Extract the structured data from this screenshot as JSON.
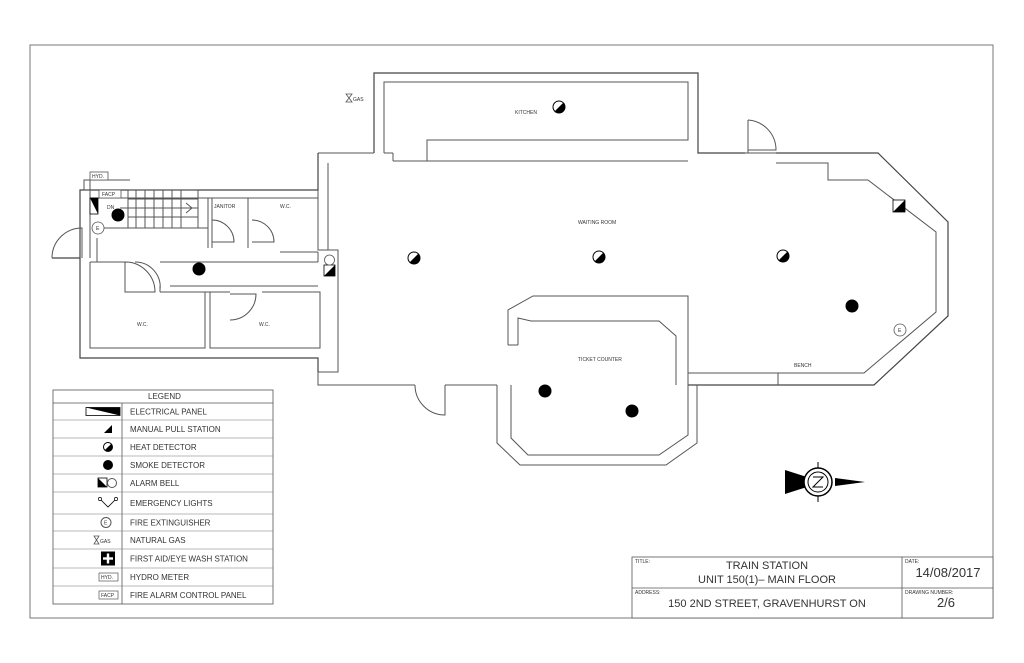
{
  "rooms": {
    "kitchen": "KITCHEN",
    "waiting_room": "WAITING ROOM",
    "ticket_counter": "TICKET COUNTER",
    "bench": "BENCH",
    "janitor": "JANITOR",
    "wc_top": "W.C.",
    "wc_left": "W.C.",
    "wc_mid": "W.C.",
    "dn": "DN"
  },
  "tags": {
    "hyd": "HYD.",
    "facp": "FACP",
    "gas": "GAS",
    "ext": "E"
  },
  "legend": {
    "title": "LEGEND",
    "items": [
      {
        "icon": "electrical-panel-icon",
        "label": "ELECTRICAL PANEL"
      },
      {
        "icon": "manual-pull-station-icon",
        "label": "MANUAL PULL STATION"
      },
      {
        "icon": "heat-detector-icon",
        "label": "HEAT DETECTOR"
      },
      {
        "icon": "smoke-detector-icon",
        "label": "SMOKE DETECTOR"
      },
      {
        "icon": "alarm-bell-icon",
        "label": "ALARM BELL"
      },
      {
        "icon": "emergency-lights-icon",
        "label": "EMERGENCY LIGHTS"
      },
      {
        "icon": "fire-extinguisher-icon",
        "label": "FIRE EXTINGUISHER",
        "glyph": "E"
      },
      {
        "icon": "natural-gas-icon",
        "label": "NATURAL GAS",
        "glyph": "GAS"
      },
      {
        "icon": "first-aid-icon",
        "label": "FIRST AID/EYE WASH STATION"
      },
      {
        "icon": "hydro-meter-icon",
        "label": "HYDRO METER",
        "glyph": "HYD."
      },
      {
        "icon": "facp-icon",
        "label": "FIRE ALARM CONTROL PANEL",
        "glyph": "FACP"
      }
    ]
  },
  "title_block": {
    "title_label": "TITLE:",
    "title_line1": "TRAIN STATION",
    "title_line2": "UNIT 150(1)– MAIN FLOOR",
    "date_label": "DATE:",
    "date": "14/08/2017",
    "address_label": "ADDRESS:",
    "address": "150 2ND STREET, GRAVENHURST ON",
    "drawing_label": "DRAWING NUMBER:",
    "drawing_number": "2/6"
  },
  "colors": {
    "line": "#555555",
    "ink": "#000000"
  }
}
